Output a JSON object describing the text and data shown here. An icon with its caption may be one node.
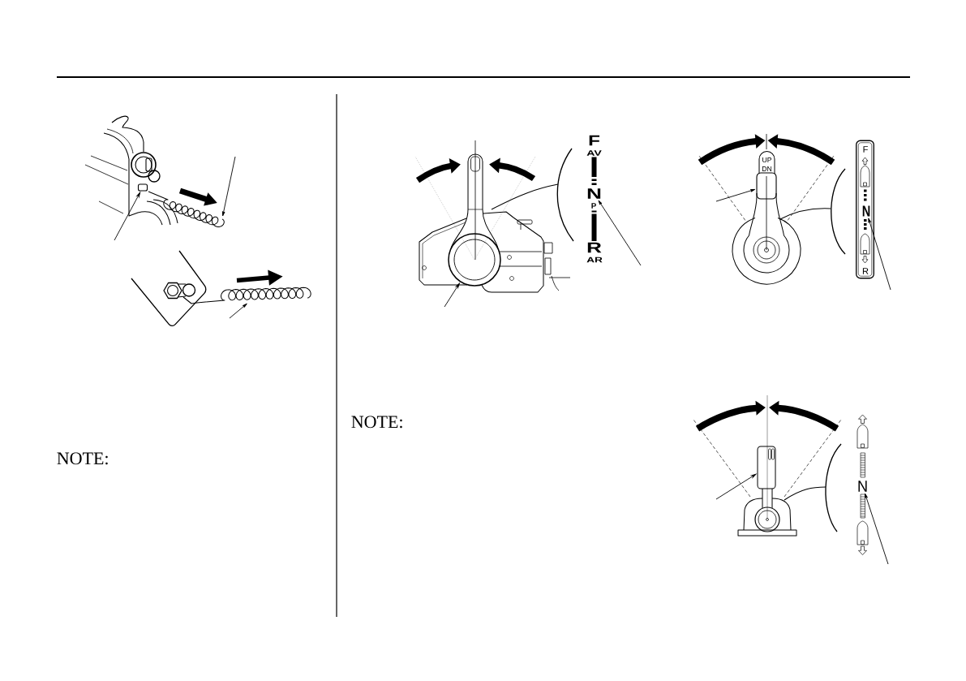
{
  "diagram": {
    "nodes": [
      {
        "text": [],
        "shape": "box"
      },
      {
        "text": [],
        "shape": "picture"
      },
      {
        "text": [],
        "shape": "picture"
      },
      {
        "text": [],
        "shape": "picture"
      },
      {
        "text": [
          "N"
        ]
      },
      {
        "text": [],
        "shape": "box"
      },
      {
        "text": [
          "F",
          "R"
        ]
      },
      {
        "text": [
          "N"
        ],
        "in": 6
      },
      {
        "text": [],
        "shape": "picture"
      },
      {
        "text": [
          "N"
        ]
      }
    ],
    "edges": [
      {
        "from": null,
        "to": 0,
        "arrow": "to"
      },
      {
        "from": null,
        "to": 1,
        "arrow": "to"
      },
      {
        "from": null,
        "to": 2,
        "arrow": "to"
      },
      {
        "from": null,
        "to": 3,
        "arrow": "to"
      },
      {
        "from": null,
        "to": 4,
        "arrow": "to"
      },
      {
        "from": null,
        "to": 5,
        "arrow": "to"
      },
      {
        "from": null,
        "to": 7,
        "arrow": "to"
      },
      {
        "from": null,
        "to": 8,
        "arrow": "to"
      },
      {
        "from": null,
        "to": 9,
        "arrow": "to"
      }
    ],
    "labels": [
      "NOTE:",
      "F",
      "AV",
      "P",
      "R",
      "AR",
      "UP",
      "DN",
      "NOTE:"
    ]
  }
}
